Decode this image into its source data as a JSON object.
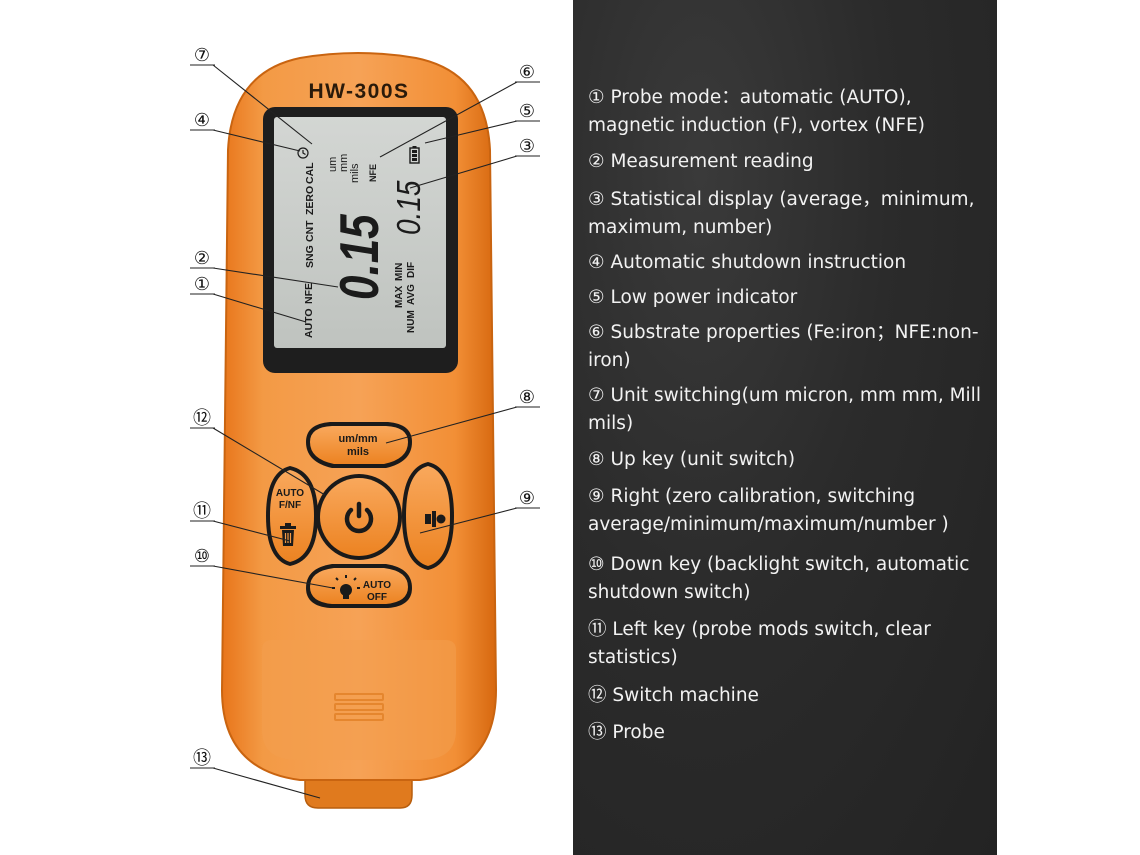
{
  "device": {
    "model": "HW-300S",
    "lcd": {
      "auto": "AUTO",
      "nfe_left": "NFE",
      "sng": "SNG",
      "cnt": "CNT",
      "zero": "ZERO",
      "cal": "CAL",
      "unit_um": "um",
      "unit_mm": "mm",
      "unit_mils": "mils",
      "nfe_right": "NFE",
      "main_reading": "0.15",
      "stat_reading": "0.15",
      "max": "MAX",
      "min": "MIN",
      "num": "NUM",
      "avg": "AVG",
      "dif": "DIF"
    },
    "keys": {
      "up_line1": "um/mm",
      "up_line2": "mils",
      "left_line1": "AUTO",
      "left_line2": "F/NF",
      "down_line1": "AUTO",
      "down_line2": "OFF"
    }
  },
  "callouts": [
    "⑦",
    "⑥",
    "⑤",
    "④",
    "③",
    "②",
    "①",
    "⑧",
    "⑫",
    "⑨",
    "⑪",
    "⑩",
    "⑬"
  ],
  "descriptions": [
    "① Probe mode：automatic (AUTO), magnetic induction (F), vortex (NFE)",
    "② Measurement reading",
    "③ Statistical display (average，minimum, maximum, number)",
    "④ Automatic shutdown instruction",
    "⑤ Low power indicator",
    "⑥ Substrate properties (Fe:iron；NFE:non-iron)",
    "⑦ Unit switching(um micron, mm mm, Mill mils)",
    "⑧ Up key (unit switch)",
    "⑨ Right (zero calibration, switching average/minimum/maximum/number )",
    "⑩ Down key (backlight switch, automatic shutdown switch)",
    "⑪ Left key (probe mods switch, clear statistics)",
    "⑫ Switch machine",
    "⑬ Probe"
  ],
  "colors": {
    "body": "#f08a2c",
    "body_dark": "#d96d12",
    "lcd": "#c9ccc9",
    "panel": "#2b2b2b"
  }
}
